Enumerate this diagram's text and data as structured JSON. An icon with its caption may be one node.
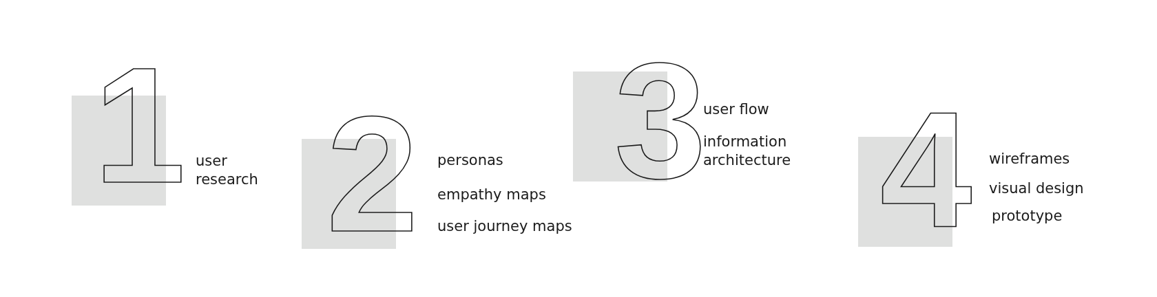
{
  "diagram": {
    "nodes": [
      {
        "text": [
          "1"
        ],
        "beside": [
          "user research"
        ]
      },
      {
        "text": [
          "2"
        ],
        "beside": [
          "personas",
          "empathy maps",
          "user journey maps"
        ]
      },
      {
        "text": [
          "3"
        ],
        "beside": [
          "user flow",
          "information architecture"
        ]
      },
      {
        "text": [
          "4"
        ],
        "beside": [
          "wireframes",
          "visual design",
          "prototype"
        ]
      }
    ]
  }
}
